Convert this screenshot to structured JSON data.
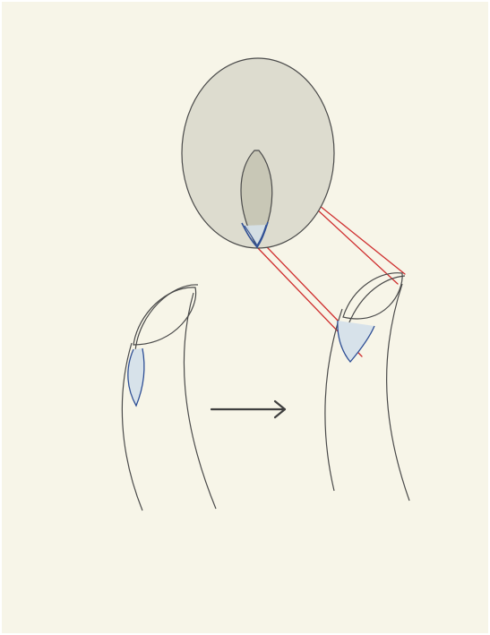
{
  "figure": {
    "colors": {
      "background": "#f7f5e8",
      "outline": "#4a4a4a",
      "magnified_circle_fill": "#dddccf",
      "lumen_fill": "#c8c7b6",
      "blue_stroke": "#2f4f95",
      "blue_fill": "#d7e2ea",
      "red_line": "#cf2f2f",
      "arrow": "#3f3f3f"
    },
    "elements": [
      {
        "name": "magnified-view-circle",
        "shape": "ellipse"
      },
      {
        "name": "needle-before",
        "shape": "outline"
      },
      {
        "name": "needle-after",
        "shape": "outline"
      },
      {
        "name": "transition-arrow",
        "shape": "arrow",
        "direction": "right"
      },
      {
        "name": "zoom-lines",
        "shape": "lines",
        "count": 4
      }
    ]
  }
}
